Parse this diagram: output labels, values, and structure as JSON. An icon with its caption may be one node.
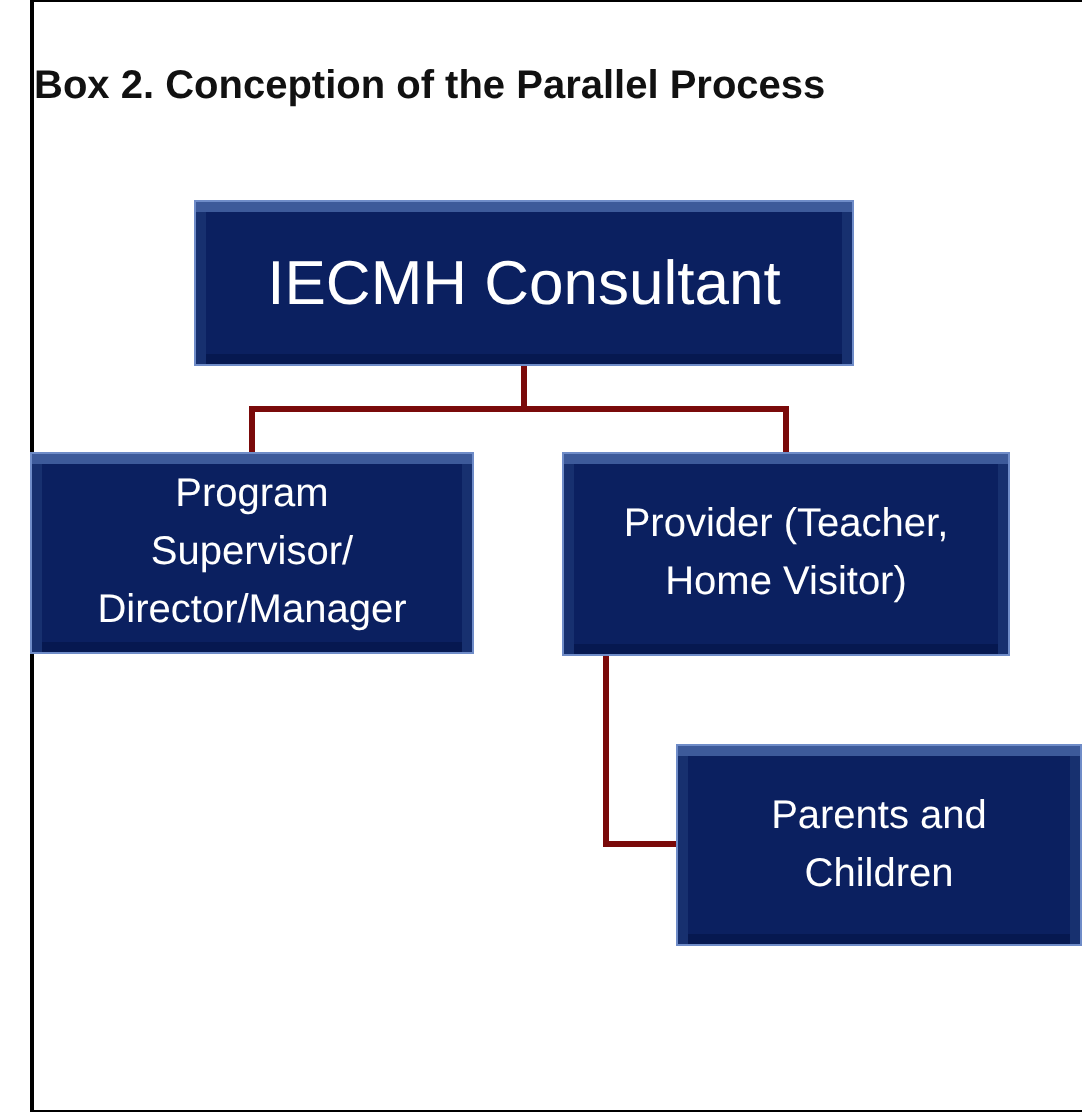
{
  "diagram": {
    "title": "Box 2. Conception of the Parallel Process",
    "nodes": [
      {
        "text": [
          "IECMH Consultant"
        ]
      },
      {
        "text": [
          "Program Supervisor/ Director/Manager"
        ]
      },
      {
        "text": [
          "Provider (Teacher, Home Visitor)"
        ]
      },
      {
        "text": [
          "Parents and Children"
        ]
      }
    ],
    "edges": [
      {
        "from": 0,
        "to": 1,
        "arrow": "none"
      },
      {
        "from": 0,
        "to": 2,
        "arrow": "none"
      },
      {
        "from": 2,
        "to": 3,
        "arrow": "none"
      }
    ]
  }
}
